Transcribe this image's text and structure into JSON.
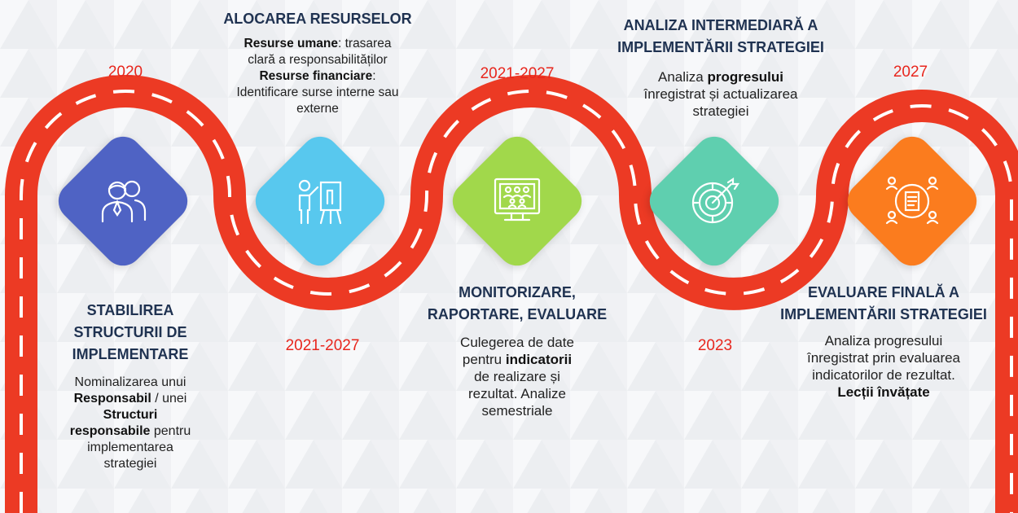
{
  "colors": {
    "road": "#ec3a24",
    "dash": "#ffffff",
    "title": "#1f3251",
    "year": "#e8261d",
    "step1": "#4f63c4",
    "step2": "#58c8ee",
    "step3": "#a1d84b",
    "step4": "#5fcfaf",
    "step5": "#fb7c1e"
  },
  "years": {
    "y1": "2020",
    "y2": "2021-2027",
    "y3": "2021-2027",
    "y4": "2023",
    "y5": "2027"
  },
  "steps": {
    "s1": {
      "title_l1": "STABILIREA",
      "title_l2": "STRUCTURII DE",
      "title_l3": "IMPLEMENTARE",
      "icon": "people-icon",
      "d1": "Nominalizarea unui",
      "d2a": "Responsabil",
      "d2b": " / unei",
      "d3": "Structuri",
      "d4a": "responsabile",
      "d4b": " pentru",
      "d5": "implementarea",
      "d6": "strategiei"
    },
    "s2": {
      "title": "ALOCAREA RESURSELOR",
      "icon": "presentation-icon",
      "d1a": "Resurse umane",
      "d1b": ": trasarea",
      "d2": "clară a responsabilităților",
      "d3a": "Resurse financiare",
      "d3b": ":",
      "d4": "Identificare surse interne sau",
      "d5": "externe"
    },
    "s3": {
      "title_l1": "MONITORIZARE,",
      "title_l2": "RAPORTARE, EVALUARE",
      "icon": "monitor-group-icon",
      "d1": "Culegerea de date",
      "d2a": "pentru ",
      "d2b": "indicatorii",
      "d3": "de realizare și",
      "d4": "rezultat. Analize",
      "d5": "semestriale"
    },
    "s4": {
      "title_l1": "ANALIZA INTERMEDIARĂ A",
      "title_l2": "IMPLEMENTĂRII STRATEGIEI",
      "icon": "target-icon",
      "d1a": "Analiza ",
      "d1b": "progresului",
      "d2": "înregistrat și actualizarea",
      "d3": "strategiei"
    },
    "s5": {
      "title_l1": "EVALUARE FINALĂ A",
      "title_l2": "IMPLEMENTĂRII STRATEGIEI",
      "icon": "document-network-icon",
      "d1": "Analiza progresului",
      "d2": "înregistrat prin evaluarea",
      "d3": "indicatorilor de rezultat.",
      "d4": "Lecții învățate"
    }
  }
}
